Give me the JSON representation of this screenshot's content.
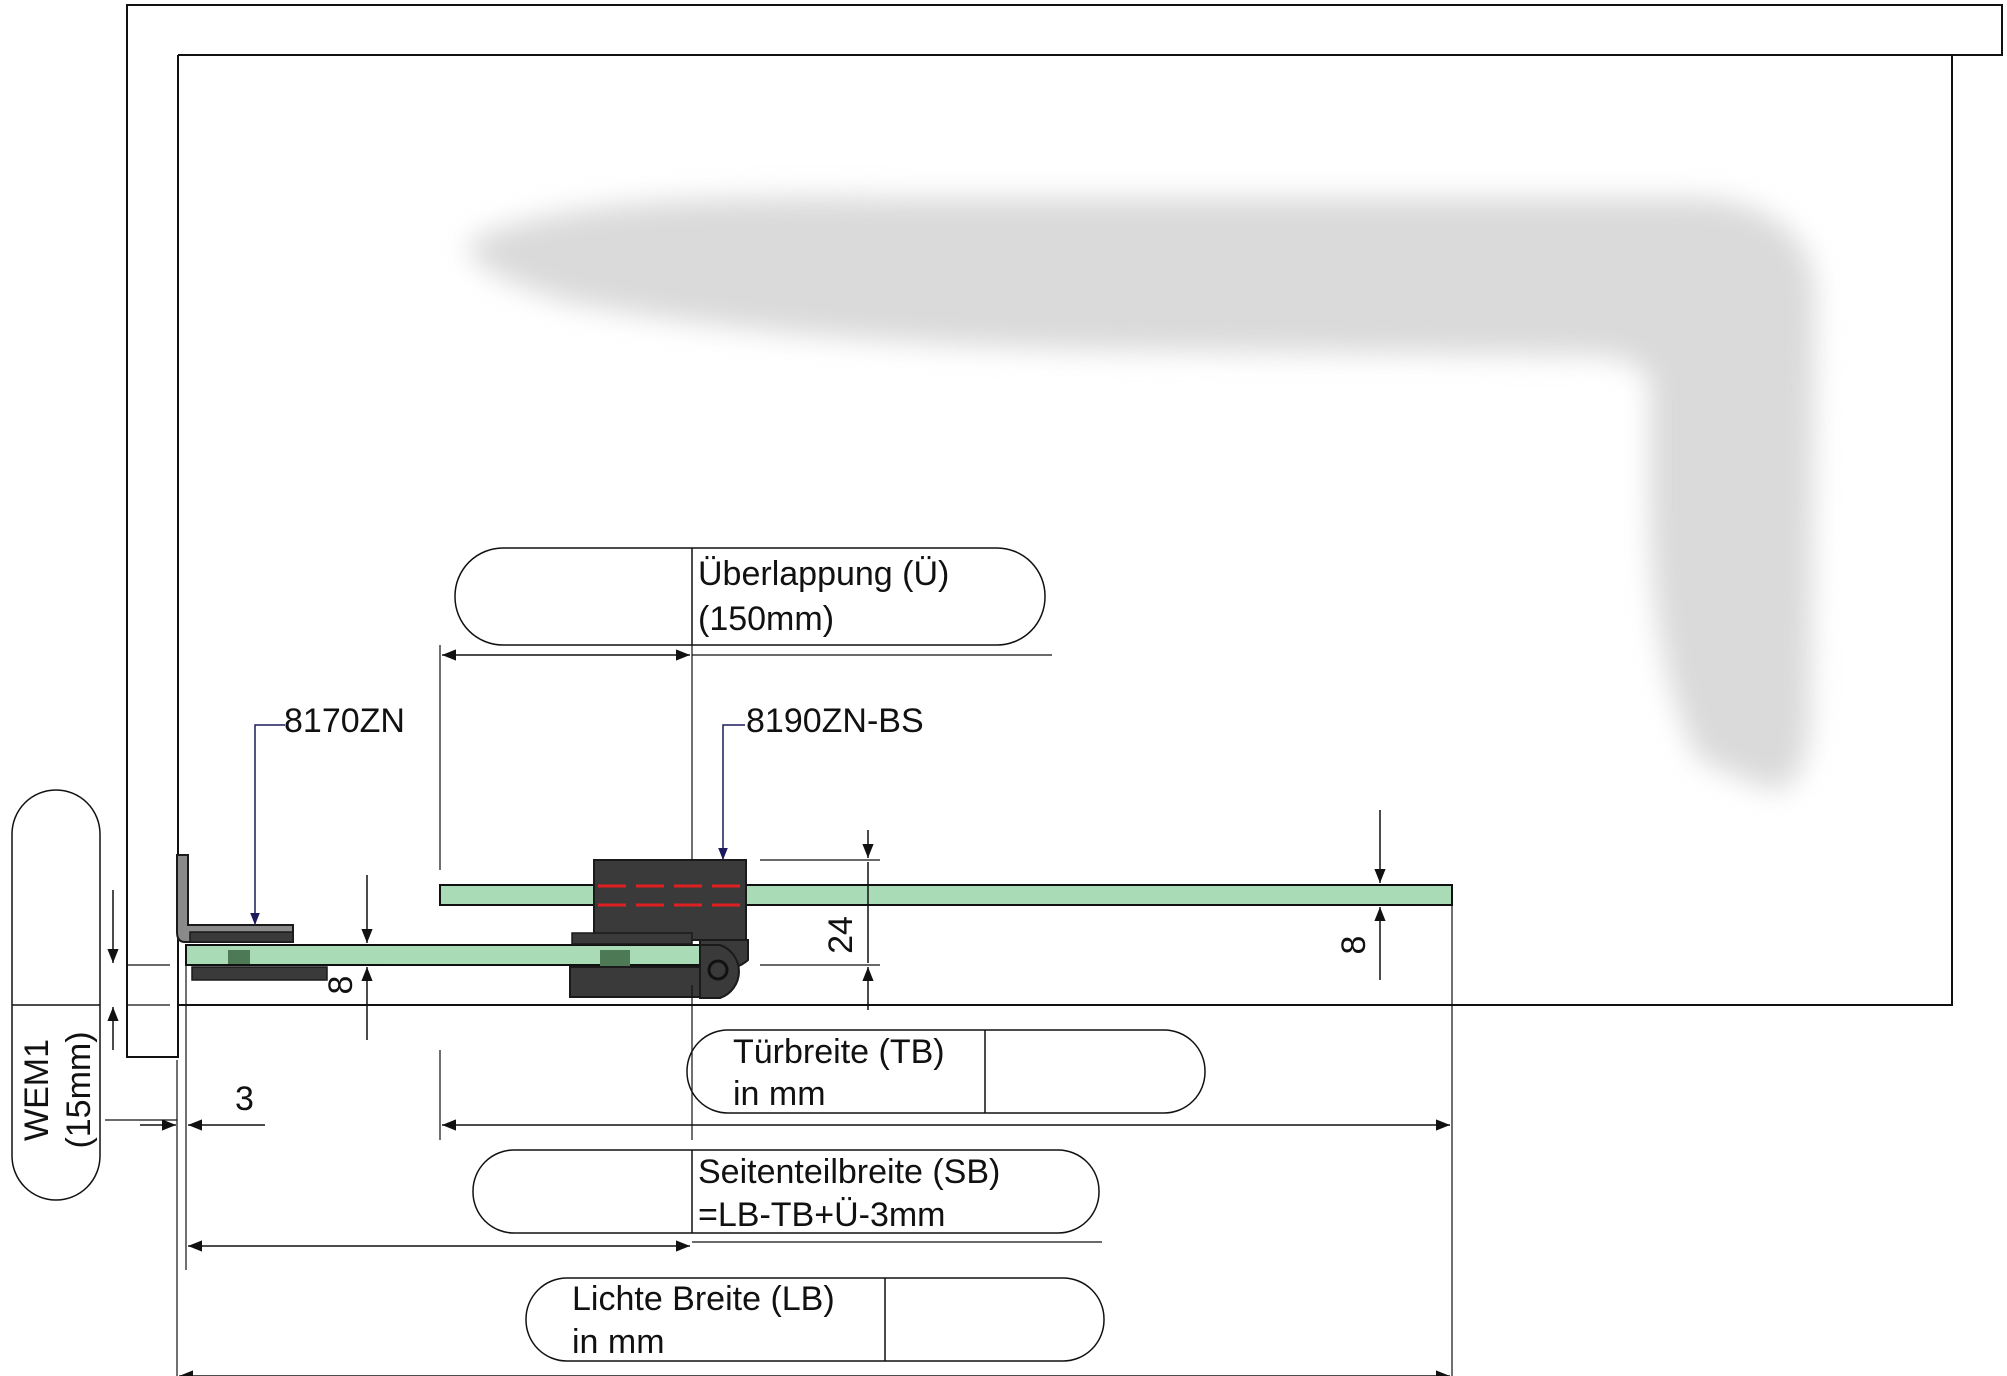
{
  "labels": {
    "overlap_title": "Überlappung (Ü)",
    "overlap_value": "(150mm)",
    "part_left": "8170ZN",
    "part_right": "8190ZN-BS",
    "dim_glass_thickness_left": "8",
    "dim_height_24": "24",
    "dim_glass_thickness_right": "8",
    "dim_gap_3": "3",
    "wall_profile_line1": "WEM1",
    "wall_profile_line2": "(15mm)",
    "door_width_title": "Türbreite (TB)",
    "door_width_unit": "in mm",
    "side_panel_title": "Seitenteilbreite (SB)",
    "side_panel_formula": "=LB-TB+Ü-3mm",
    "clear_width_title": "Lichte Breite (LB)",
    "clear_width_unit": "in mm"
  },
  "colors": {
    "line": "#111111",
    "glass_fill": "#a9dbb7",
    "hinge_fill": "#3a3a3a",
    "hinge_stroke": "#1a1a1a",
    "pointer": "#1a1a5c",
    "red_dash": "#e02020",
    "bathtub_shadow": "#d4d4d4"
  }
}
